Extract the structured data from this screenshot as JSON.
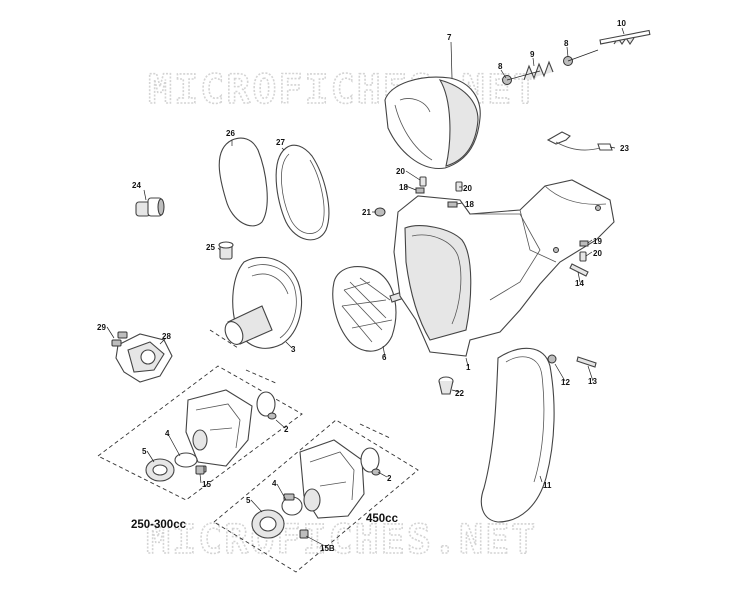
{
  "watermark": "MICROFICHES.NET",
  "variants": {
    "small_engine": "250-300cc",
    "large_engine": "450cc"
  },
  "callouts": {
    "p1": "1",
    "p2a": "2",
    "p2b": "2",
    "p3": "3",
    "p4a": "4",
    "p4b": "4",
    "p5a": "5",
    "p5b": "5",
    "p6": "6",
    "p7": "7",
    "p8a": "8",
    "p8b": "8",
    "p9": "9",
    "p10": "10",
    "p11": "11",
    "p12": "12",
    "p13": "13",
    "p14": "14",
    "p15": "15",
    "p15b": "15B",
    "p18a": "18",
    "p18b": "18",
    "p19": "19",
    "p20a": "20",
    "p20b": "20",
    "p20c": "20",
    "p21": "21",
    "p22": "22",
    "p23": "23",
    "p24": "24",
    "p25": "25",
    "p26": "26",
    "p27": "27",
    "p28": "28",
    "p29": "29"
  }
}
